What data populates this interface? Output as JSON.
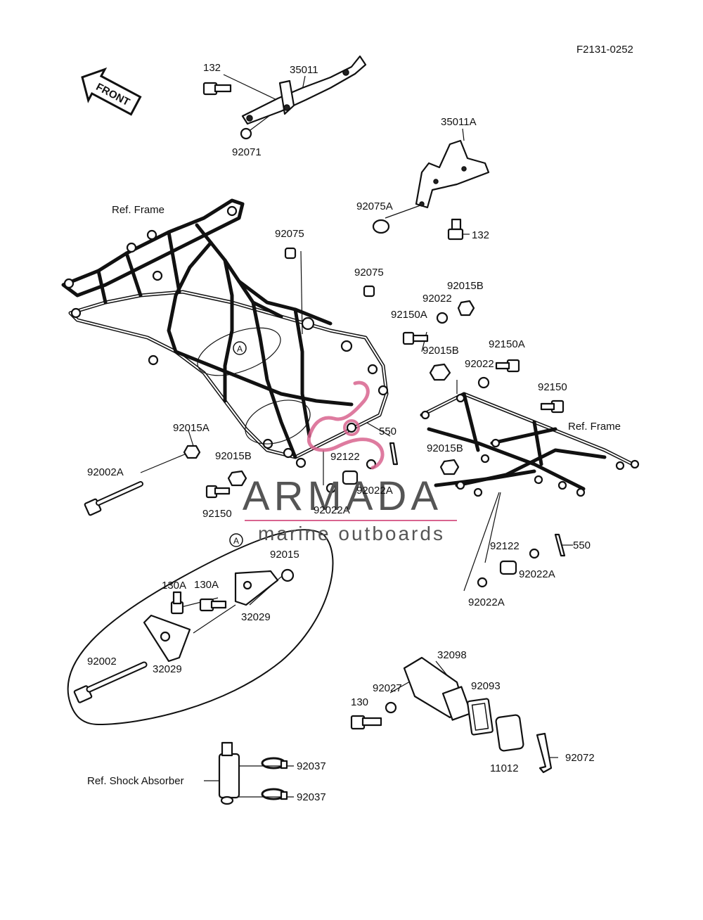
{
  "diagram_code": "F2131-0252",
  "front_arrow": "FRONT",
  "circle_marker": "A",
  "watermark": {
    "brand": "ARMADA",
    "tagline": "marine outboards",
    "accent_color": "#d9648f",
    "text_color": "#555555"
  },
  "parts": {
    "p132_top": "132",
    "p35011": "35011",
    "p92071": "92071",
    "p35011A": "35011A",
    "p92075A": "92075A",
    "p132_right": "132",
    "ref_frame_left": "Ref. Frame",
    "p92075_a": "92075",
    "p92075_b": "92075",
    "p92015B_a": "92015B",
    "p92022_a": "92022",
    "p92150A_a": "92150A",
    "p92015B_b": "92015B",
    "p92150A_b": "92150A",
    "p92022_b": "92022",
    "p92150_a": "92150",
    "ref_frame_right": "Ref. Frame",
    "p92015A": "92015A",
    "p550_a": "550",
    "p92002A": "92002A",
    "p92015B_c": "92015B",
    "p92122_a": "92122",
    "p92015B_d": "92015B",
    "p92022A_a": "92022A",
    "p92150_b": "92150",
    "p92022A_b": "92022A",
    "p92015": "92015",
    "p130A_a": "130A",
    "p130A_b": "130A",
    "p92122_b": "92122",
    "p550_b": "550",
    "p92022A_c": "92022A",
    "p32029_a": "32029",
    "p92022A_d": "92022A",
    "p92002": "92002",
    "p32029_b": "32029",
    "p32098": "32098",
    "p92027": "92027",
    "p92093": "92093",
    "p130": "130",
    "p11012": "11012",
    "p92072": "92072",
    "p92037_a": "92037",
    "ref_shock": "Ref. Shock Absorber",
    "p92037_b": "92037"
  }
}
